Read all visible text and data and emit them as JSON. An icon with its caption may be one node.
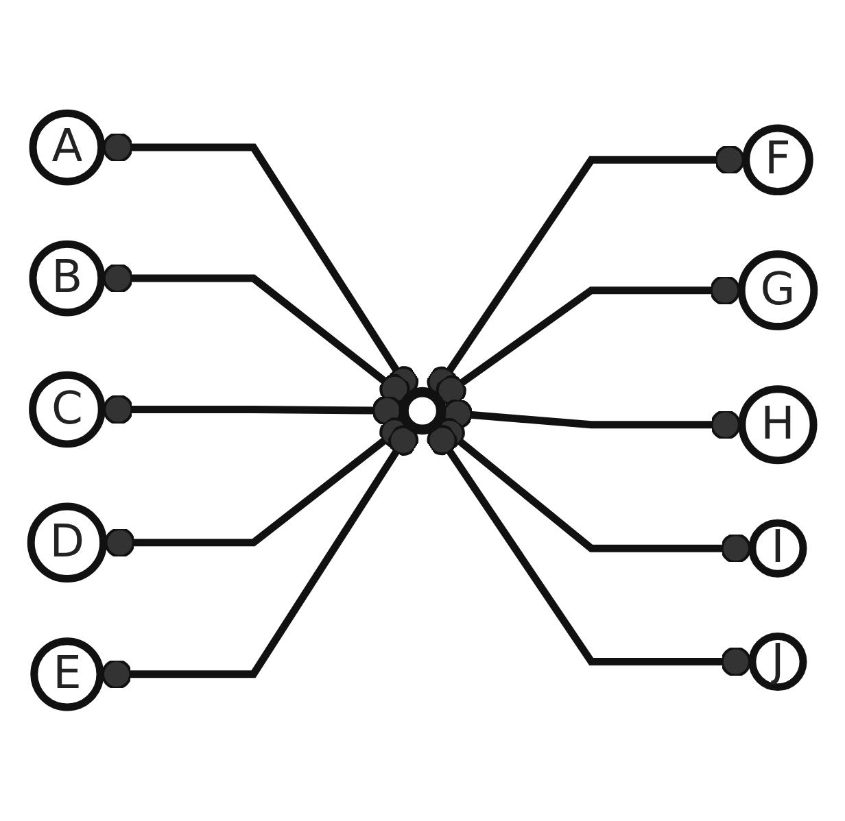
{
  "diagram": {
    "nodes": [
      {
        "text": [
          "A"
        ]
      },
      {
        "text": [
          "B"
        ]
      },
      {
        "text": [
          "C"
        ]
      },
      {
        "text": [
          "D"
        ]
      },
      {
        "text": [
          "E"
        ]
      },
      {
        "text": [
          "F"
        ]
      },
      {
        "text": [
          "G"
        ]
      },
      {
        "text": [
          "H"
        ]
      },
      {
        "text": [
          "I"
        ]
      },
      {
        "text": [
          "J"
        ]
      },
      {
        "text": [],
        "shape": "circle"
      }
    ],
    "edges": [
      {
        "from": 0,
        "to": 10,
        "arrow": "other"
      },
      {
        "from": 1,
        "to": 10,
        "arrow": "other"
      },
      {
        "from": 2,
        "to": 10,
        "arrow": "other"
      },
      {
        "from": 3,
        "to": 10,
        "arrow": "other"
      },
      {
        "from": 4,
        "to": 10,
        "arrow": "other"
      },
      {
        "from": 10,
        "to": 5,
        "arrow": "other"
      },
      {
        "from": 10,
        "to": 6,
        "arrow": "other"
      },
      {
        "from": 10,
        "to": 7,
        "arrow": "other"
      },
      {
        "from": 10,
        "to": 8,
        "arrow": "other"
      },
      {
        "from": 10,
        "to": 9,
        "arrow": "other"
      }
    ]
  }
}
